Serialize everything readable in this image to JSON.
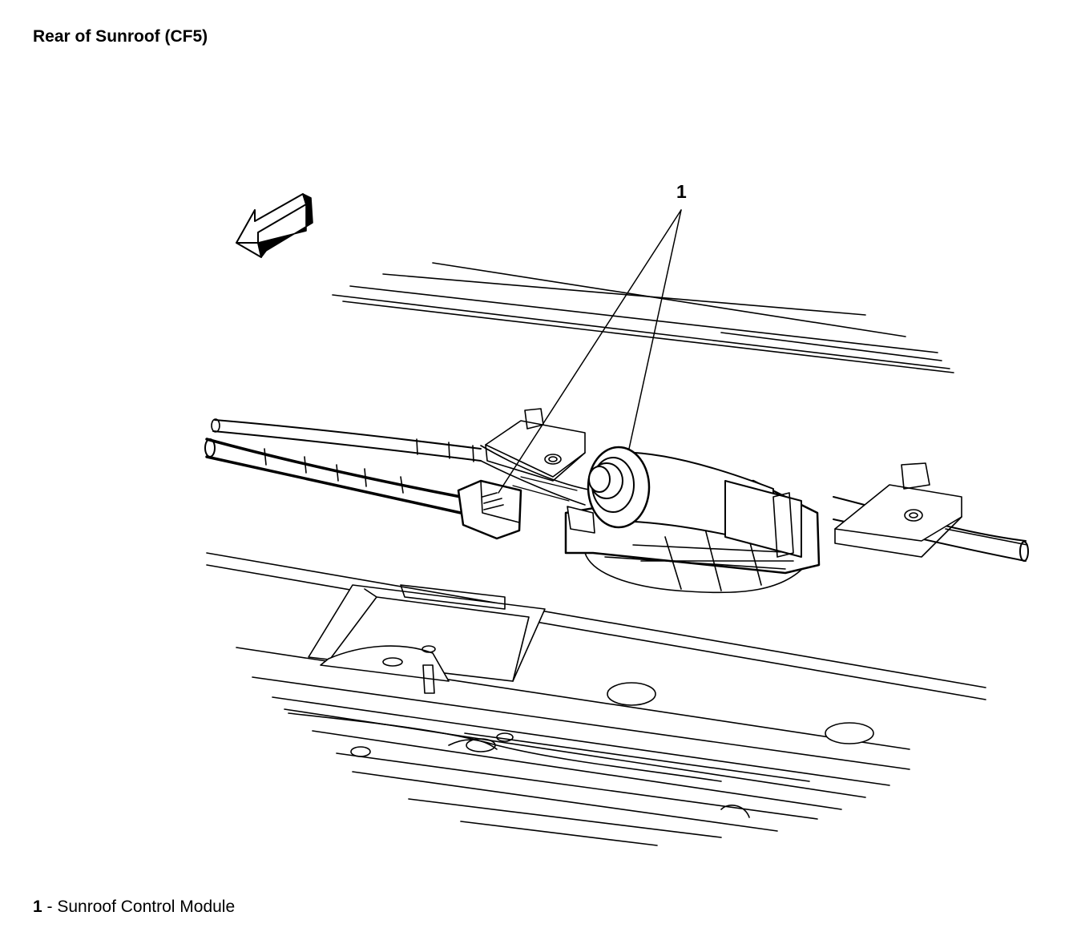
{
  "header": {
    "title": "Rear of Sunroof (CF5)"
  },
  "callouts": [
    {
      "number": "1"
    }
  ],
  "legend": [
    {
      "number": "1",
      "separator": " - ",
      "description": "Sunroof Control Module"
    }
  ],
  "icons": {
    "direction_arrow": "forward-arrow-icon"
  }
}
